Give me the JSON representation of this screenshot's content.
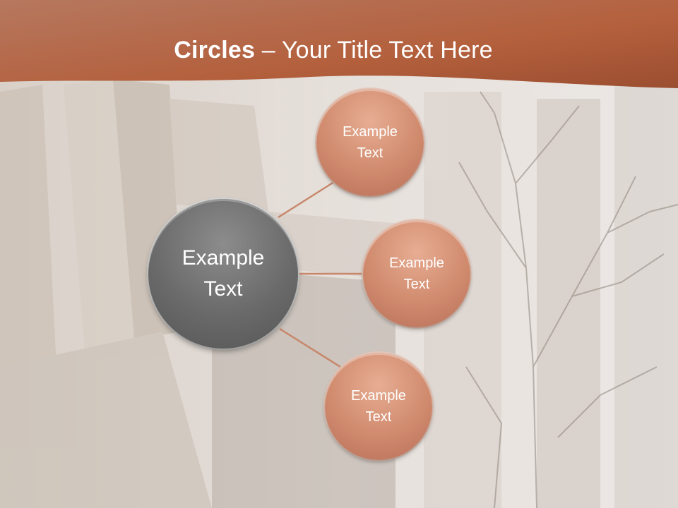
{
  "slide": {
    "title_bold": "Circles",
    "title_rest": " – Your Title Text Here",
    "center_line1": "Example",
    "center_line2": "Text",
    "nodes": [
      {
        "line1": "Example",
        "line2": "Text"
      },
      {
        "line1": "Example",
        "line2": "Text"
      },
      {
        "line1": "Example",
        "line2": "Text"
      }
    ]
  },
  "colors": {
    "header": "#b8684a",
    "node_fill": "#d08a6d",
    "center_fill": "#6a6a6a",
    "connector": "#c8866a"
  }
}
